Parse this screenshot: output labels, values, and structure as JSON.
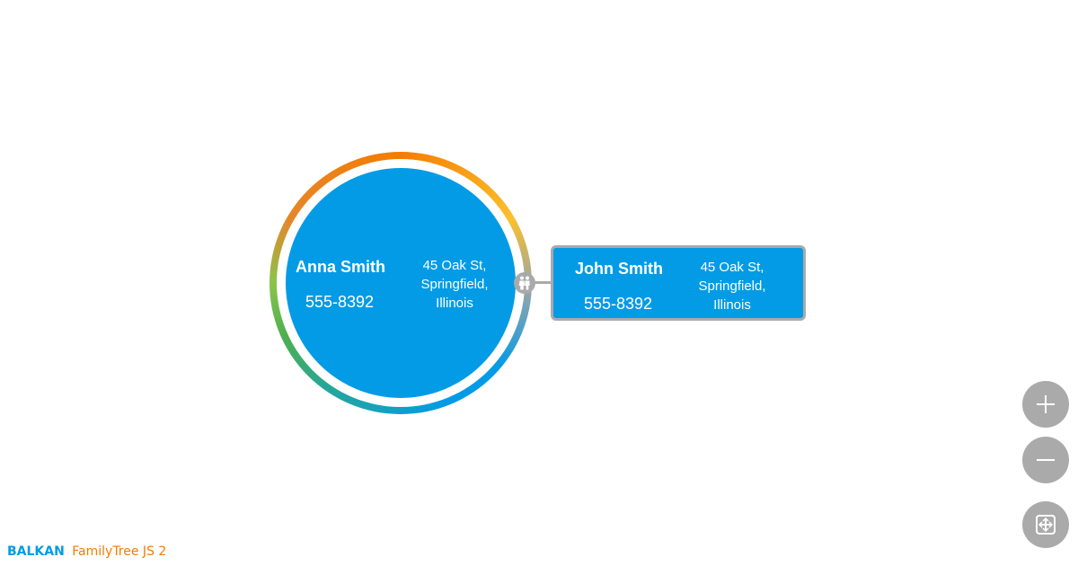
{
  "nodes": [
    {
      "name": "Anna Smith",
      "phone": "555-8392",
      "address_lines": [
        "45 Oak St,",
        "Springfield,",
        "Illinois"
      ],
      "shape": "circle"
    },
    {
      "name": "John Smith",
      "phone": "555-8392",
      "address_lines": [
        "45 Oak St,",
        "Springfield,",
        "Illinois"
      ],
      "shape": "rectangle"
    }
  ],
  "partner_link": {
    "icon": "partners-icon"
  },
  "controls": {
    "zoom_in_icon": "plus-icon",
    "zoom_out_icon": "minus-icon",
    "fit_icon": "fit-view-icon"
  },
  "branding": {
    "company": "BALKAN",
    "product": "FamilyTree JS 2"
  },
  "colors": {
    "node_fill": "#039be5",
    "node_border": "#aaaaaa",
    "control_fill": "#aaaaaa",
    "brand_company": "#039be5",
    "brand_product": "#f57c00"
  }
}
